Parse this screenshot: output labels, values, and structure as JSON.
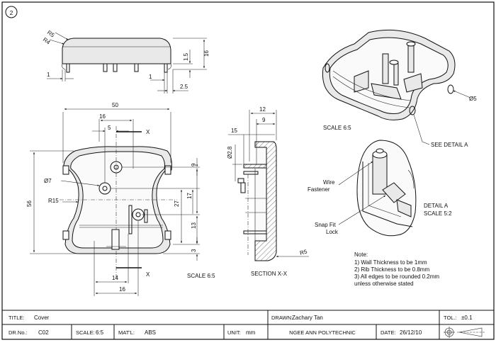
{
  "sheet": {
    "number": "2"
  },
  "top_view": {
    "dims": {
      "r5": "R5",
      "r4": "R4",
      "d1": "1",
      "d1_5": "1.5",
      "d16": "16",
      "d1b": "1",
      "d2_5": "2.5"
    }
  },
  "front_view": {
    "dims": {
      "d50": "50",
      "d16": "16",
      "d5": "5",
      "x_top": "X",
      "x_bottom": "X",
      "dia7": "Ø7",
      "r15": "R15",
      "d56": "56",
      "d9": "9",
      "d17": "17",
      "d27": "27",
      "d13": "13",
      "d3": "3",
      "d14": "14",
      "d16b": "16"
    },
    "scale_label": "SCALE   6:5"
  },
  "section_view": {
    "dims": {
      "d12": "12",
      "d9": "9",
      "d15": "15",
      "dia2_8": "Ø2.8",
      "r5": "R5"
    },
    "label": "SECTION   X-X"
  },
  "iso_view": {
    "dims": {
      "dia5": "Ø5"
    },
    "scale_label": "SCALE   6:5",
    "see_detail": "SEE DETAIL      A"
  },
  "detail_view": {
    "wire_fastener_1": "Wire",
    "wire_fastener_2": "Fastener",
    "snap_fit_1": "Snap Fit",
    "snap_fit_2": "Lock",
    "detail_label": "DETAIL     A",
    "scale_label": "SCALE    5:2"
  },
  "notes": {
    "heading": "Note:",
    "lines": [
      "1) Wall Thickness to be 1mm",
      "2) Rib Thickness to be 0.8mm",
      "3) All edges to be rounded 0.2mm",
      "unless otherwise stated"
    ]
  },
  "title_block": {
    "title_label": "TITLE:",
    "title_value": "Cover",
    "drawn_label": "DRAWN:",
    "drawn_value": "Zachary Tan",
    "tol_label": "TOL.:",
    "tol_value": "±0.1",
    "drno_label": "DR.No.:",
    "drno_value": "C02",
    "scale_label": "SCALE:",
    "scale_value": "6:5",
    "matl_label": "MAT'L:",
    "matl_value": "ABS",
    "unit_label": "UNIT:",
    "unit_value": "mm",
    "school": "NGEE ANN POLYTECHNIC",
    "date_label": "DATE:",
    "date_value": "26/12/10"
  }
}
